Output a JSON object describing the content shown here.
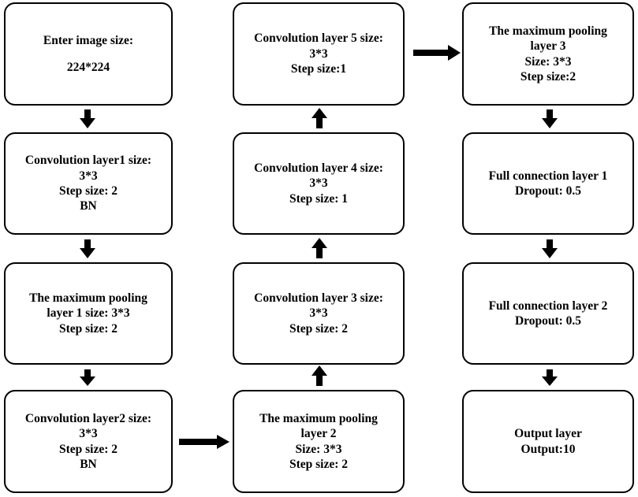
{
  "nodes": {
    "input": {
      "lines": [
        "Enter image size:",
        "224*224"
      ]
    },
    "conv1": {
      "lines": [
        "Convolution layer1 size:",
        "3*3",
        "Step size: 2",
        "BN"
      ]
    },
    "pool1": {
      "lines": [
        "The maximum pooling",
        "layer 1 size: 3*3",
        "Step size: 2"
      ]
    },
    "conv2": {
      "lines": [
        "Convolution layer2 size:",
        "3*3",
        "Step size: 2",
        "BN"
      ]
    },
    "pool2": {
      "lines": [
        "The maximum pooling",
        "layer 2",
        "Size: 3*3",
        "Step size: 2"
      ]
    },
    "conv3": {
      "lines": [
        "Convolution layer 3 size:",
        "3*3",
        "Step size: 2"
      ]
    },
    "conv4": {
      "lines": [
        "Convolution layer 4 size:",
        "3*3",
        "Step size: 1"
      ]
    },
    "conv5": {
      "lines": [
        "Convolution layer 5 size:",
        "3*3",
        "Step size:1"
      ]
    },
    "pool3": {
      "lines": [
        "The maximum pooling",
        "layer 3",
        "Size: 3*3",
        "Step size:2"
      ]
    },
    "fc1": {
      "lines": [
        "Full connection layer 1",
        "Dropout: 0.5"
      ]
    },
    "fc2": {
      "lines": [
        "Full connection layer 2",
        "Dropout: 0.5"
      ]
    },
    "output": {
      "lines": [
        "Output layer",
        "Output:10"
      ]
    }
  },
  "edges": [
    [
      "input",
      "conv1"
    ],
    [
      "conv1",
      "pool1"
    ],
    [
      "pool1",
      "conv2"
    ],
    [
      "conv2",
      "pool2"
    ],
    [
      "pool2",
      "conv3"
    ],
    [
      "conv3",
      "conv4"
    ],
    [
      "conv4",
      "conv5"
    ],
    [
      "conv5",
      "pool3"
    ],
    [
      "pool3",
      "fc1"
    ],
    [
      "fc1",
      "fc2"
    ],
    [
      "fc2",
      "output"
    ]
  ]
}
